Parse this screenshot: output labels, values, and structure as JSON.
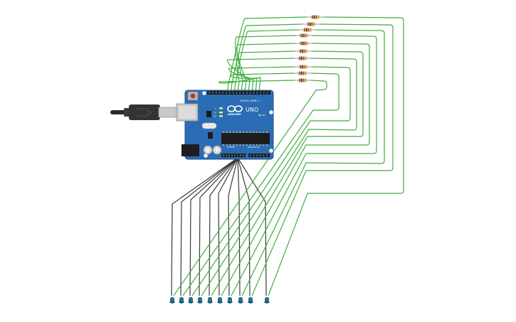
{
  "board": {
    "logo_text": "ARDUINO",
    "model_text": "UNO",
    "digital_label": "DIGITAL (PWM ~)",
    "power_label": "POWER",
    "analog_label": "ANALOG IN",
    "tx_label": "TX",
    "rx_label": "RX",
    "l_label": "L",
    "on_label": "ON"
  },
  "components": {
    "resistor_count": 10,
    "led_count": 10,
    "colors": {
      "board": "#2a6db4",
      "board_edge": "#1f4f85",
      "led": "#2a6f90",
      "resistor_body": "#d7b37a",
      "signal_wire": "#3fae3f",
      "ground_wire": "#3a3a3a"
    }
  }
}
